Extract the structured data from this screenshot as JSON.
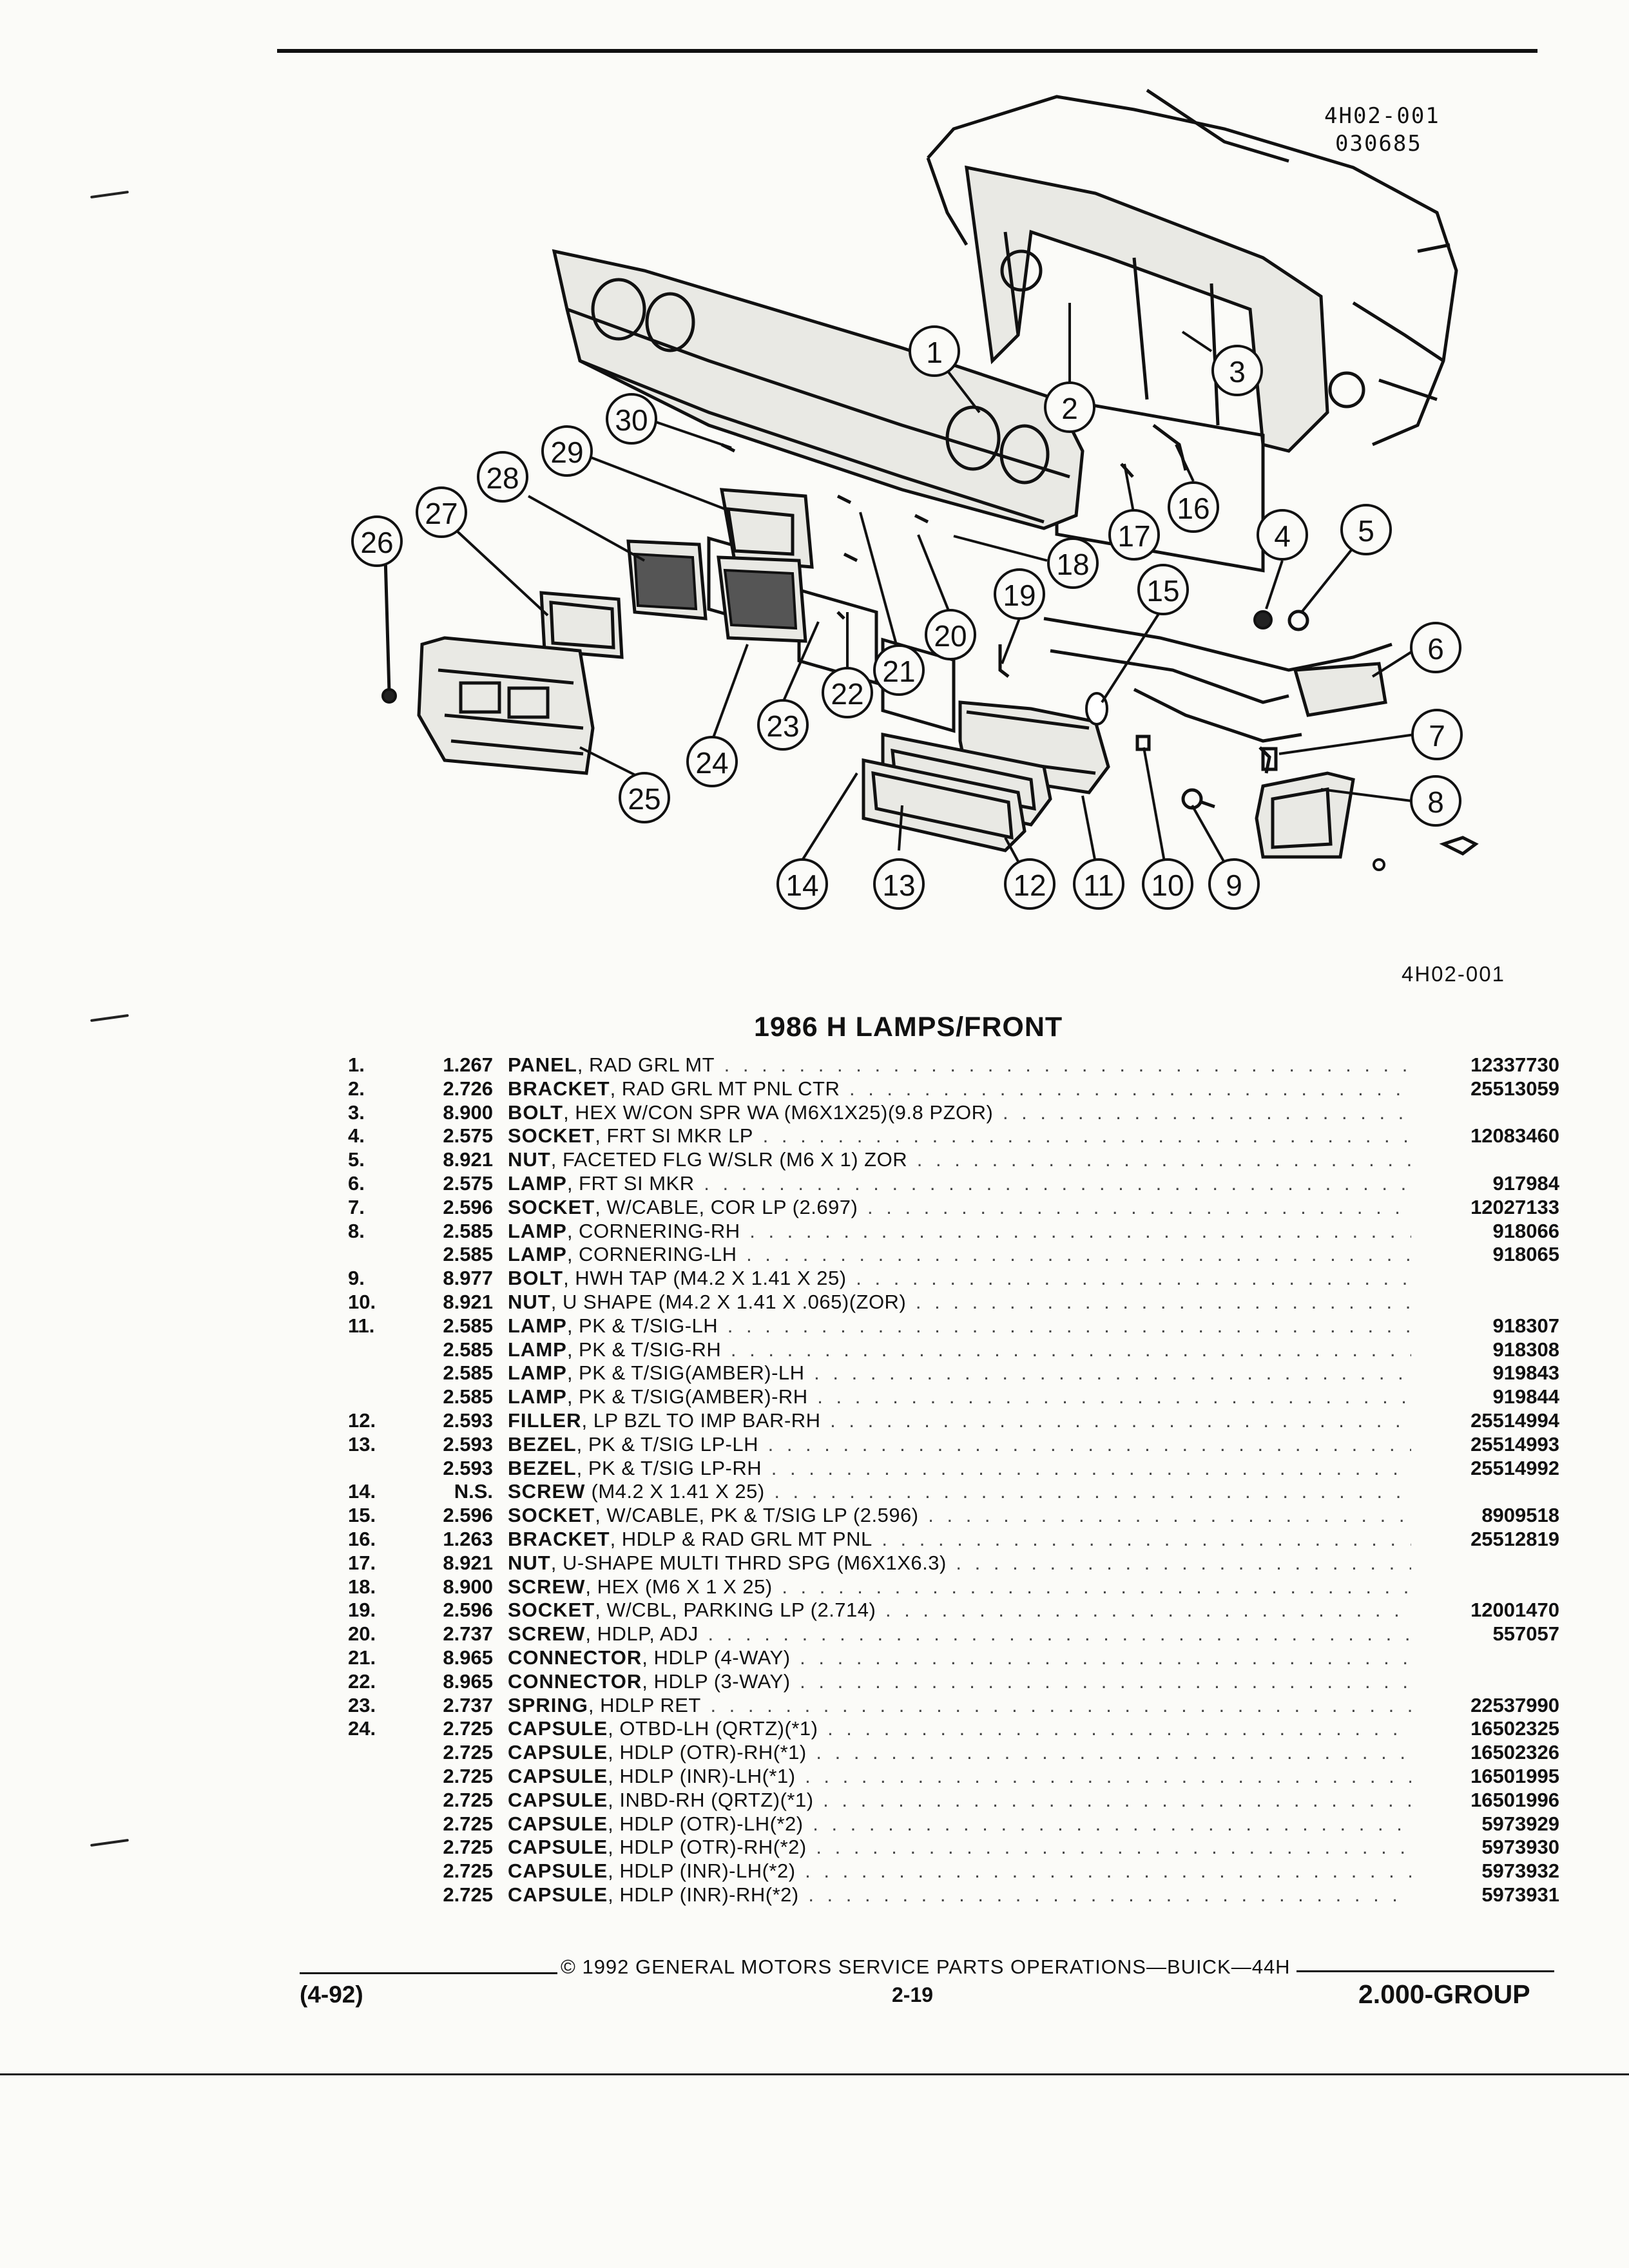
{
  "diagram": {
    "code": "4H02-001",
    "date_code": "030685",
    "caption": "4H02-001",
    "callouts": [
      "1",
      "2",
      "3",
      "4",
      "5",
      "6",
      "7",
      "8",
      "9",
      "10",
      "11",
      "12",
      "13",
      "14",
      "15",
      "16",
      "17",
      "18",
      "19",
      "20",
      "21",
      "22",
      "23",
      "24",
      "25",
      "26",
      "27",
      "28",
      "29",
      "30"
    ]
  },
  "title": "1986 H LAMPS/FRONT",
  "parts": [
    {
      "item": "1.",
      "group": "1.267",
      "name": "PANEL",
      "detail": ", RAD GRL MT",
      "part_no": "12337730"
    },
    {
      "item": "2.",
      "group": "2.726",
      "name": "BRACKET",
      "detail": ", RAD GRL MT PNL CTR",
      "part_no": "25513059"
    },
    {
      "item": "3.",
      "group": "8.900",
      "name": "BOLT",
      "detail": ", HEX W/CON SPR WA (M6X1X25)(9.8 PZOR)",
      "part_no": ""
    },
    {
      "item": "4.",
      "group": "2.575",
      "name": "SOCKET",
      "detail": ", FRT SI MKR LP",
      "part_no": "12083460"
    },
    {
      "item": "5.",
      "group": "8.921",
      "name": "NUT",
      "detail": ", FACETED FLG W/SLR (M6 X 1) ZOR",
      "part_no": ""
    },
    {
      "item": "6.",
      "group": "2.575",
      "name": "LAMP",
      "detail": ", FRT SI MKR",
      "part_no": "917984"
    },
    {
      "item": "7.",
      "group": "2.596",
      "name": "SOCKET",
      "detail": ", W/CABLE, COR LP (2.697)",
      "part_no": "12027133"
    },
    {
      "item": "8.",
      "group": "2.585",
      "name": "LAMP",
      "detail": ", CORNERING-RH",
      "part_no": "918066"
    },
    {
      "item": "",
      "group": "2.585",
      "name": "LAMP",
      "detail": ", CORNERING-LH",
      "part_no": "918065"
    },
    {
      "item": "9.",
      "group": "8.977",
      "name": "BOLT",
      "detail": ", HWH TAP (M4.2 X 1.41 X 25)",
      "part_no": ""
    },
    {
      "item": "10.",
      "group": "8.921",
      "name": "NUT",
      "detail": ", U SHAPE (M4.2 X 1.41 X .065)(ZOR)",
      "part_no": ""
    },
    {
      "item": "11.",
      "group": "2.585",
      "name": "LAMP",
      "detail": ", PK & T/SIG-LH",
      "part_no": "918307"
    },
    {
      "item": "",
      "group": "2.585",
      "name": "LAMP",
      "detail": ", PK & T/SIG-RH",
      "part_no": "918308"
    },
    {
      "item": "",
      "group": "2.585",
      "name": "LAMP",
      "detail": ", PK & T/SIG(AMBER)-LH",
      "part_no": "919843"
    },
    {
      "item": "",
      "group": "2.585",
      "name": "LAMP",
      "detail": ", PK & T/SIG(AMBER)-RH",
      "part_no": "919844"
    },
    {
      "item": "12.",
      "group": "2.593",
      "name": "FILLER",
      "detail": ", LP BZL TO IMP BAR-RH",
      "part_no": "25514994"
    },
    {
      "item": "13.",
      "group": "2.593",
      "name": "BEZEL",
      "detail": ", PK & T/SIG LP-LH",
      "part_no": "25514993"
    },
    {
      "item": "",
      "group": "2.593",
      "name": "BEZEL",
      "detail": ", PK & T/SIG LP-RH",
      "part_no": "25514992"
    },
    {
      "item": "14.",
      "group": "N.S.",
      "name": "SCREW",
      "detail": " (M4.2 X 1.41 X 25)",
      "part_no": ""
    },
    {
      "item": "15.",
      "group": "2.596",
      "name": "SOCKET",
      "detail": ", W/CABLE, PK & T/SIG LP (2.596)",
      "part_no": "8909518"
    },
    {
      "item": "16.",
      "group": "1.263",
      "name": "BRACKET",
      "detail": ", HDLP & RAD GRL MT PNL",
      "part_no": "25512819"
    },
    {
      "item": "17.",
      "group": "8.921",
      "name": "NUT",
      "detail": ", U-SHAPE MULTI THRD SPG (M6X1X6.3)",
      "part_no": ""
    },
    {
      "item": "18.",
      "group": "8.900",
      "name": "SCREW",
      "detail": ", HEX (M6 X 1 X 25)",
      "part_no": ""
    },
    {
      "item": "19.",
      "group": "2.596",
      "name": "SOCKET",
      "detail": ", W/CBL, PARKING LP (2.714)",
      "part_no": "12001470"
    },
    {
      "item": "20.",
      "group": "2.737",
      "name": "SCREW",
      "detail": ", HDLP, ADJ",
      "part_no": "557057"
    },
    {
      "item": "21.",
      "group": "8.965",
      "name": "CONNECTOR",
      "detail": ", HDLP (4-WAY)",
      "part_no": ""
    },
    {
      "item": "22.",
      "group": "8.965",
      "name": "CONNECTOR",
      "detail": ", HDLP (3-WAY)",
      "part_no": ""
    },
    {
      "item": "23.",
      "group": "2.737",
      "name": "SPRING",
      "detail": ", HDLP RET",
      "part_no": "22537990"
    },
    {
      "item": "24.",
      "group": "2.725",
      "name": "CAPSULE",
      "detail": ", OTBD-LH (QRTZ)(*1)",
      "part_no": "16502325"
    },
    {
      "item": "",
      "group": "2.725",
      "name": "CAPSULE",
      "detail": ", HDLP (OTR)-RH(*1)",
      "part_no": "16502326"
    },
    {
      "item": "",
      "group": "2.725",
      "name": "CAPSULE",
      "detail": ", HDLP (INR)-LH(*1)",
      "part_no": "16501995"
    },
    {
      "item": "",
      "group": "2.725",
      "name": "CAPSULE",
      "detail": ", INBD-RH (QRTZ)(*1)",
      "part_no": "16501996"
    },
    {
      "item": "",
      "group": "2.725",
      "name": "CAPSULE",
      "detail": ", HDLP (OTR)-LH(*2)",
      "part_no": "5973929"
    },
    {
      "item": "",
      "group": "2.725",
      "name": "CAPSULE",
      "detail": ", HDLP (OTR)-RH(*2)",
      "part_no": "5973930"
    },
    {
      "item": "",
      "group": "2.725",
      "name": "CAPSULE",
      "detail": ", HDLP (INR)-LH(*2)",
      "part_no": "5973932"
    },
    {
      "item": "",
      "group": "2.725",
      "name": "CAPSULE",
      "detail": ", HDLP (INR)-RH(*2)",
      "part_no": "5973931"
    }
  ],
  "footer": {
    "copyright": "© 1992 GENERAL MOTORS SERVICE PARTS OPERATIONS—BUICK—44H",
    "page": "2-19",
    "date": "(4-92)",
    "group": "2.000-GROUP"
  }
}
